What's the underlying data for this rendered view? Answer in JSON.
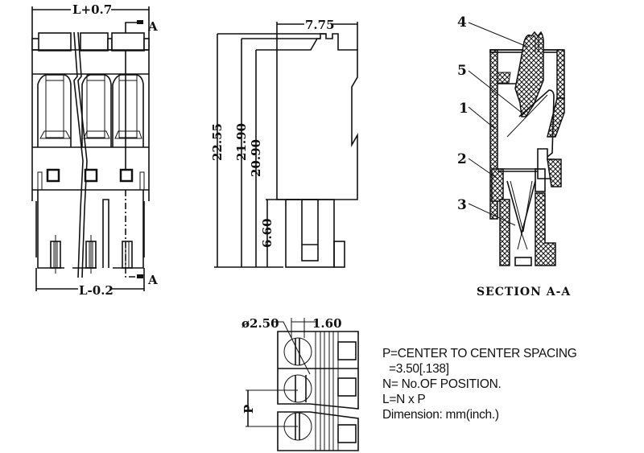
{
  "front_view": {
    "top_dim": "L+0.7",
    "bottom_dim": "L-0.2",
    "section_mark_top": "A",
    "section_mark_bottom": "A"
  },
  "side_view": {
    "width_dim": "7.75",
    "height_dims": [
      "22.55",
      "21.90",
      "20.90",
      "6.60"
    ]
  },
  "section_view": {
    "callouts": [
      "4",
      "5",
      "1",
      "2",
      "3"
    ],
    "title": "SECTION A-A"
  },
  "top_view": {
    "diameter_dim": "ø2.50",
    "width_dim": "1.60",
    "pitch_label": "P"
  },
  "notes": [
    "P=CENTER TO CENTER SPACING",
    "  =3.50[.138]",
    "N= No.OF POSITION.",
    "L=N x P",
    "Dimension: mm(inch.)"
  ],
  "colors": {
    "ink": "#111111",
    "paper": "#ffffff"
  }
}
